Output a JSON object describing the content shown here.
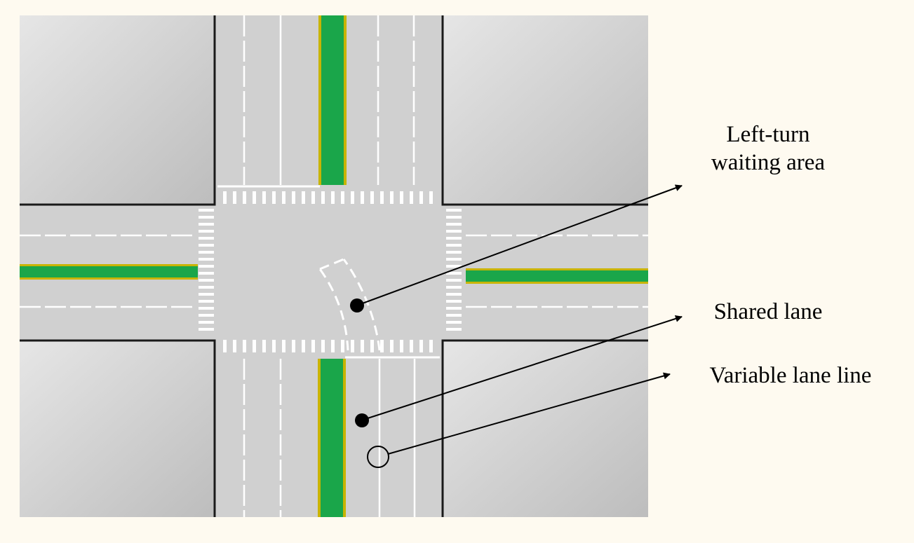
{
  "colors": {
    "background": "#fefaf0",
    "road": "#cfcfcf",
    "block": "#c8c8c8",
    "marking": "#ffffff",
    "median": "#1aa64a",
    "median_edge": "#c8b400",
    "outline": "#1a1a1a"
  },
  "labels": {
    "left_turn_line1": "Left-turn",
    "left_turn_line2": "waiting area",
    "shared_lane": "Shared lane",
    "variable_lane_line": "Variable lane line"
  }
}
